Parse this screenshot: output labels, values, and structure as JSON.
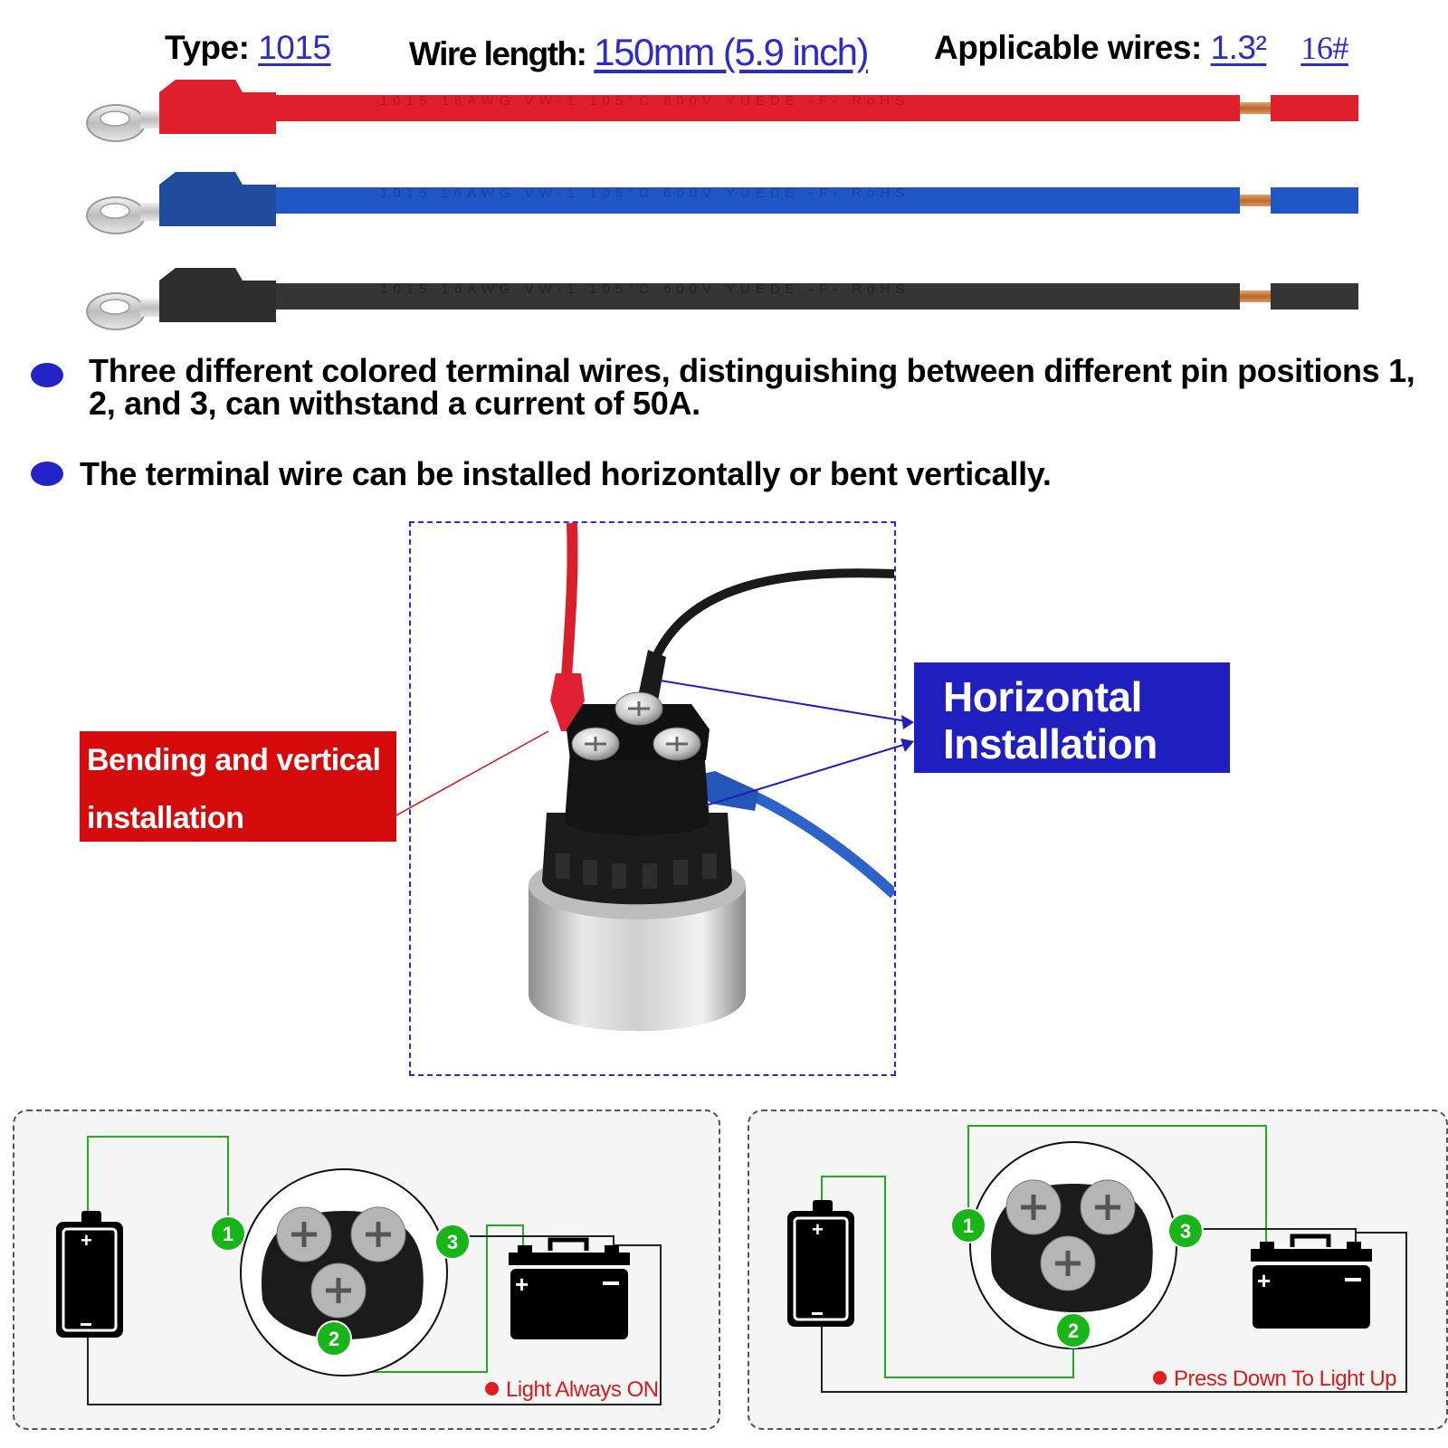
{
  "specs": {
    "type_label": "Type:",
    "type_value": "1015",
    "length_label": "Wire length:",
    "length_value": "150mm (5.9 inch)",
    "wires_label": "Applicable wires:",
    "wires_value": "1.3²",
    "wires_gauge": "16#"
  },
  "wire_print": "1015  16AWG  VW-1  105°C  600V  YUEDE  -F-  RoHS",
  "bullets": [
    "Three different colored terminal wires, distinguishing between different pin positions 1, 2, and 3, can withstand a current of 50A.",
    "The terminal wire can be installed horizontally or bent vertically."
  ],
  "labels": {
    "vertical_line1": "Bending and vertical",
    "vertical_line2": "installation",
    "horizontal_line1": "Horizontal",
    "horizontal_line2": "Installation"
  },
  "diagrams": [
    {
      "caption": "Light Always ON",
      "pins": [
        "1",
        "2",
        "3"
      ]
    },
    {
      "caption": "Press Down To Light Up",
      "pins": [
        "1",
        "2",
        "3"
      ]
    }
  ],
  "colors": {
    "accent_blue": "#2c2cc8",
    "wire_red": "#e01e2d",
    "wire_blue": "#1f4fb8",
    "wire_black": "#333333",
    "label_red": "#d50b0b",
    "label_blue": "#1f1fc0",
    "pin_green": "#18b518"
  }
}
